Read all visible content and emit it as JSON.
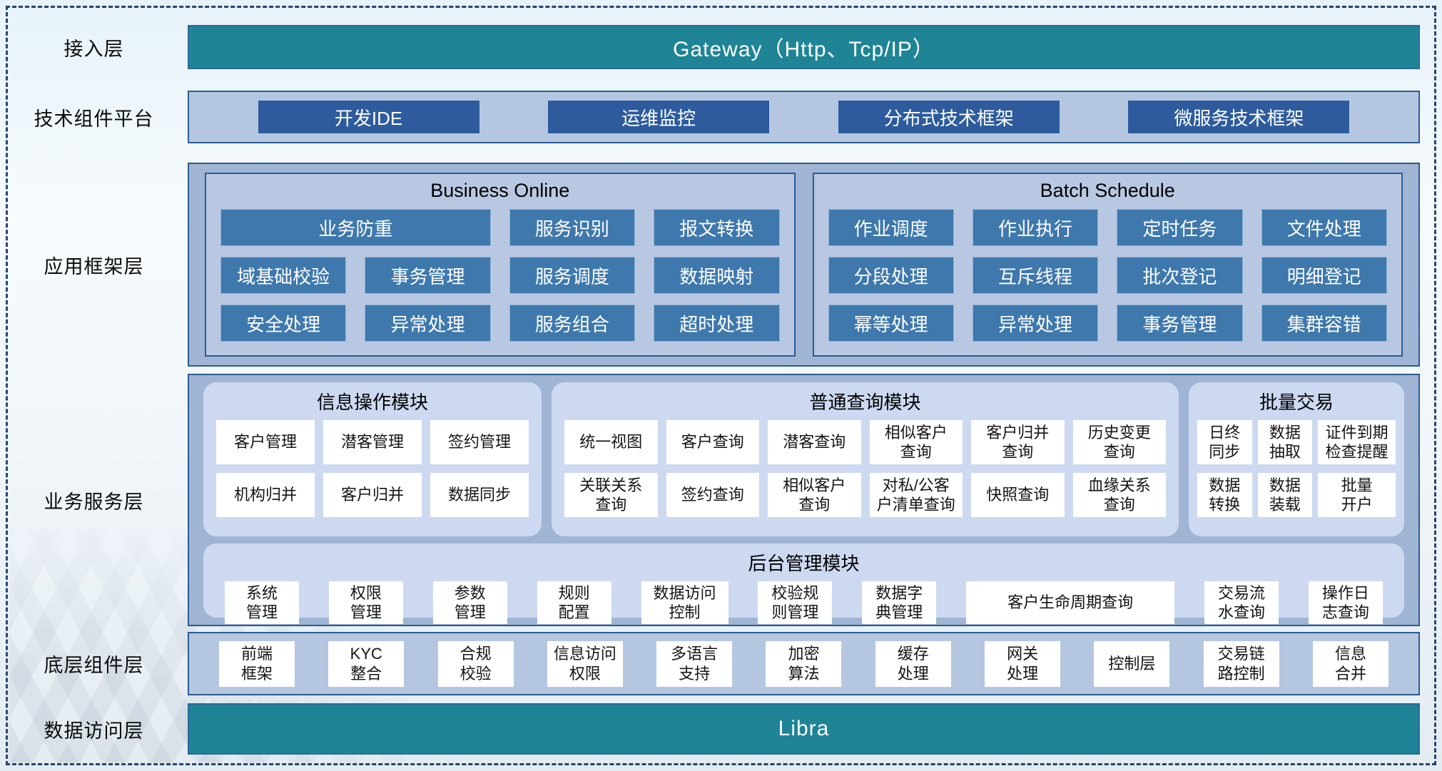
{
  "colors": {
    "teal_bar": "#1E8496",
    "dark_blue_button": "#2D5B9D",
    "mid_blue_button": "#3E78AD",
    "outer_container": "#A0B4D3",
    "inner_panel": "#B9C8E2",
    "module_panel": "#CDD9F1",
    "light_container": "#B5C7E0",
    "border_navy": "#2B5C92"
  },
  "access": {
    "label": "接入层",
    "bar": "Gateway（Http、Tcp/IP）"
  },
  "tech": {
    "label": "技术组件平台",
    "items": [
      "开发IDE",
      "运维监控",
      "分布式技术框架",
      "微服务技术框架"
    ]
  },
  "app_framework": {
    "label": "应用框架层",
    "business_online": {
      "title": "Business Online",
      "row1": [
        "业务防重",
        "服务识别",
        "报文转换"
      ],
      "row2": [
        "域基础校验",
        "事务管理",
        "服务调度",
        "数据映射"
      ],
      "row3": [
        "安全处理",
        "异常处理",
        "服务组合",
        "超时处理"
      ]
    },
    "batch_schedule": {
      "title": "Batch Schedule",
      "row1": [
        "作业调度",
        "作业执行",
        "定时任务",
        "文件处理"
      ],
      "row2": [
        "分段处理",
        "互斥线程",
        "批次登记",
        "明细登记"
      ],
      "row3": [
        "幂等处理",
        "异常处理",
        "事务管理",
        "集群容错"
      ]
    }
  },
  "business_service": {
    "label": "业务服务层",
    "info": {
      "title": "信息操作模块",
      "row1": [
        "客户管理",
        "潜客管理",
        "签约管理"
      ],
      "row2": [
        "机构归并",
        "客户归并",
        "数据同步"
      ]
    },
    "query": {
      "title": "普通查询模块",
      "row1": [
        "统一视图",
        "客户查询",
        "潜客查询",
        "相似客户\n查询",
        "客户归并\n查询",
        "历史变更\n查询"
      ],
      "row2": [
        "关联关系\n查询",
        "签约查询",
        "相似客户\n查询",
        "对私/公客\n户清单查询",
        "快照查询",
        "血缘关系\n查询"
      ]
    },
    "batch": {
      "title": "批量交易",
      "row1": [
        "日终\n同步",
        "数据\n抽取",
        "证件到期\n检查提醒"
      ],
      "row2": [
        "数据\n转换",
        "数据\n装载",
        "批量\n开户"
      ]
    },
    "admin": {
      "title": "后台管理模块",
      "cells": [
        "系统\n管理",
        "权限\n管理",
        "参数\n管理",
        "规则\n配置",
        "数据访问\n控制",
        "校验规\n则管理",
        "数据字\n典管理",
        "客户生命周期查询",
        "交易流\n水查询",
        "操作日\n志查询"
      ]
    }
  },
  "base": {
    "label": "底层组件层",
    "cells": [
      "前端\n框架",
      "KYC\n整合",
      "合规\n校验",
      "信息访问\n权限",
      "多语言\n支持",
      "加密\n算法",
      "缓存\n处理",
      "网关\n处理",
      "控制层",
      "交易链\n路控制",
      "信息\n合并"
    ]
  },
  "data_access": {
    "label": "数据访问层",
    "bar": "Libra"
  }
}
